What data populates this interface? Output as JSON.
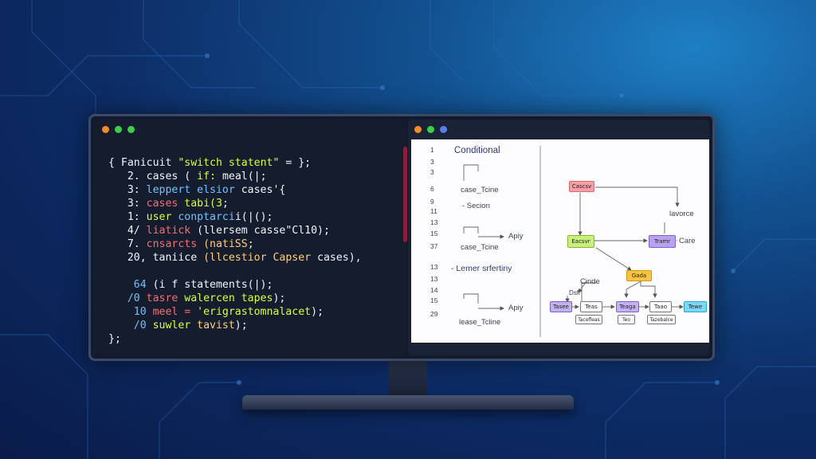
{
  "colors": {
    "accent_orange": "#f28c28",
    "accent_green": "#3ecf4a",
    "accent_blue": "#5b7cf0"
  },
  "window_controls": [
    "close-dot",
    "minimize-dot",
    "maximize-dot"
  ],
  "code_lines": [
    {
      "indent": "{ ",
      "a": "Fanicuit ",
      "b": "\"switch statent\"",
      "c": " = };"
    },
    {
      "indent": "   2. ",
      "a": "cases ( ",
      "b": "if: ",
      "c": "meal(|;"
    },
    {
      "indent": "   3: ",
      "a": "leppert elsior ",
      "b": "cases",
      "c": "'{"
    },
    {
      "indent": "   3: ",
      "a": "cases ",
      "b": "tabi(3",
      "c": ";"
    },
    {
      "indent": "   1: ",
      "a": "user ",
      "b": "conptarci",
      "c": "i(|();"
    },
    {
      "indent": "   4/ ",
      "a": "liatick ",
      "b": "(ller",
      "c": "sem casse\"Cl10);"
    },
    {
      "indent": "   7. ",
      "a": "cnsarcts ",
      "b": "(natiSS",
      "c": ";"
    },
    {
      "indent": "   20, ",
      "a": "taniice ",
      "b": "(llcestior Capser",
      "c": " cases),"
    },
    {
      "indent": "",
      "a": "",
      "b": "",
      "c": ""
    },
    {
      "indent": "    64 ",
      "a": "(i f ",
      "b": "statements(|);",
      "c": ""
    },
    {
      "indent": "   /0 ",
      "a": "tasre ",
      "b": "walercen tapes",
      "c": ");"
    },
    {
      "indent": "    10 ",
      "a": "meel = ",
      "b": "'erigrastomnalacet",
      "c": ");"
    },
    {
      "indent": "    /0 ",
      "a": "suwler ",
      "b": "tavist",
      "c": ");"
    },
    {
      "indent": "}; ",
      "a": "",
      "b": "",
      "c": ""
    }
  ],
  "diagram": {
    "title": "Conditional",
    "line_numbers": [
      "1",
      "3",
      "3",
      "6",
      "9",
      "11",
      "13",
      "15",
      "37",
      "13",
      "13",
      "14",
      "15",
      "29"
    ],
    "labels": {
      "case_true_1": "case_Tcine",
      "section": "- Secion",
      "apply_1": "Apiy",
      "case_true_2": "case_Tcine",
      "section2": "- Lemer srfertiny",
      "apply_2": "Apiy",
      "case_true_3": "lease_Tcline",
      "lavorce": "lavorce",
      "care": "Care",
      "cinde": "Cinde",
      "dsf": "Dsfi"
    },
    "nodes": {
      "n_top": "Cascsv",
      "n_mid_green": "Eacsvr",
      "n_mid_purple": "Tramr",
      "n_orange": "Gada",
      "n_row_1": "Tasee",
      "n_row_2": "Teas",
      "n_row_3": "Teaga",
      "n_row_4": "Taao",
      "n_row_5": "Tewe",
      "n_sub_1": "Tacefleas",
      "n_sub_2": "Teo",
      "n_sub_3": "Tazebalce"
    }
  }
}
